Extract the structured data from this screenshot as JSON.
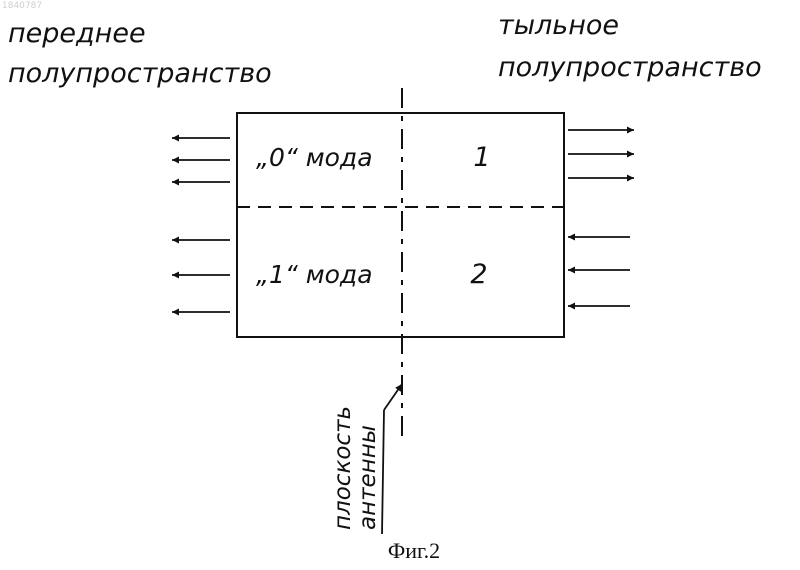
{
  "watermark": "1840787",
  "labels": {
    "front_line1": "переднее",
    "front_line2": "полупространство",
    "rear_line1": "тыльное",
    "rear_line2": "полупространство",
    "mode0": "„0“ мода",
    "mode1": "„1“ мода",
    "region1": "1",
    "region2": "2",
    "plane_line1": "плоскость",
    "plane_line2": "антенны"
  },
  "caption": "Фиг.2"
}
